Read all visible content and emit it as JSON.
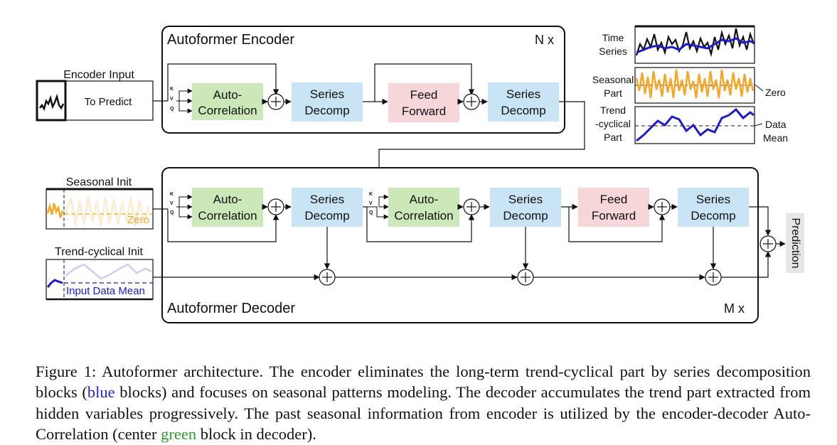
{
  "encoder": {
    "title": "Autoformer Encoder",
    "repeat": "N x",
    "input_label": "Encoder Input",
    "to_predict": "To Predict",
    "autocorr": [
      "Auto-",
      "Correlation"
    ],
    "decomp1": [
      "Series",
      "Decomp"
    ],
    "ff": [
      "Feed",
      "Forward"
    ],
    "decomp2": [
      "Series",
      "Decomp"
    ],
    "qkv": [
      "K",
      "V",
      "Q"
    ]
  },
  "decoder": {
    "title": "Autoformer Decoder",
    "repeat": "M x",
    "seasonal_init": "Seasonal Init",
    "seasonal_zero": "Zero",
    "trend_init": "Trend-cyclical Init",
    "trend_mean": "Input Data Mean",
    "autocorr1": [
      "Auto-",
      "Correlation"
    ],
    "decomp1": [
      "Series",
      "Decomp"
    ],
    "autocorr2": [
      "Auto-",
      "Correlation"
    ],
    "decomp2": [
      "Series",
      "Decomp"
    ],
    "ff": [
      "Feed",
      "Forward"
    ],
    "decomp3": [
      "Series",
      "Decomp"
    ],
    "qkv1": [
      "K",
      "V",
      "Q"
    ],
    "qkv2": [
      "K",
      "V",
      "Q"
    ],
    "prediction": "Prediction"
  },
  "legend": {
    "time_series": [
      "Time",
      "Series"
    ],
    "seasonal": [
      "Seasonal",
      "Part"
    ],
    "zero": "Zero",
    "trend": [
      "Trend",
      "-cyclical",
      "Part"
    ],
    "data_mean": [
      "Data",
      "Mean"
    ]
  },
  "caption": {
    "part1": "Figure 1: Autoformer architecture. The encoder eliminates the long-term trend-cyclical part by series decomposition blocks (",
    "blue_word": "blue",
    "part2": " blocks) and focuses on seasonal patterns modeling. The decoder accumulates the trend part extracted from hidden variables progressively. The past seasonal information from encoder is utilized by the encoder-decoder Auto-Correlation (center ",
    "green_word": "green",
    "part3": " block in decoder)."
  },
  "colors": {
    "autocorr": "#cde8b8",
    "decomp": "#c9e4f5",
    "feedforward": "#f7d6da",
    "series_black": "#111111",
    "seasonal_orange": "#f5a623",
    "trend_blue": "#1a1ad6",
    "prediction_bg": "#e6e6e6"
  }
}
